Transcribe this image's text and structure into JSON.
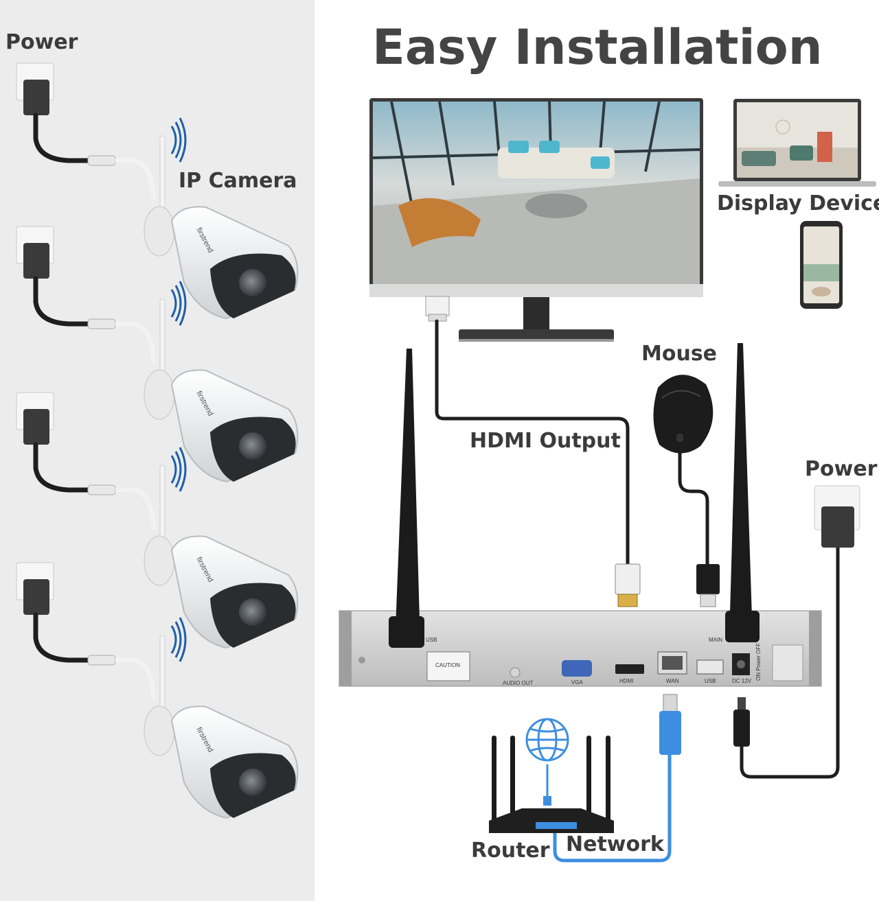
{
  "title": "Easy Installation",
  "labels": {
    "power_left": "Power",
    "ip_camera": "IP Camera",
    "display_device": "Display Device",
    "mouse": "Mouse",
    "hdmi_output": "HDMI Output",
    "power_right": "Power",
    "router": "Router",
    "network": "Network"
  },
  "nvr_ports": {
    "usb_top": "USB",
    "main": "MAIN",
    "caution": "CAUTION",
    "audio_out": "AUDIO OUT",
    "vga": "VGA",
    "hdmi": "HDMI",
    "wan": "WAN",
    "usb": "USB",
    "dc": "DC 12V",
    "power_switch": "ON Power OFF"
  },
  "camera_brand": "firstrend",
  "camera_count": 4,
  "colors": {
    "left_panel": "#ececec",
    "title": "#3b3b3b",
    "cable": "#1e1e1e",
    "network_cable": "#3d8ee0",
    "nvr_body": "#c9c9c9",
    "antenna": "#1b1b1b"
  }
}
